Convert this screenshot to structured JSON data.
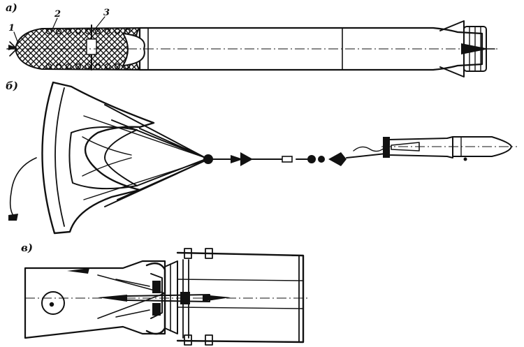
{
  "panels": [
    {
      "key": "a",
      "label": "а)",
      "callouts": [
        "1",
        "2",
        "3"
      ]
    },
    {
      "key": "b",
      "label": "б)"
    },
    {
      "key": "c",
      "label": "в)"
    }
  ],
  "ink_color": "#111111",
  "background_color": "#ffffff"
}
